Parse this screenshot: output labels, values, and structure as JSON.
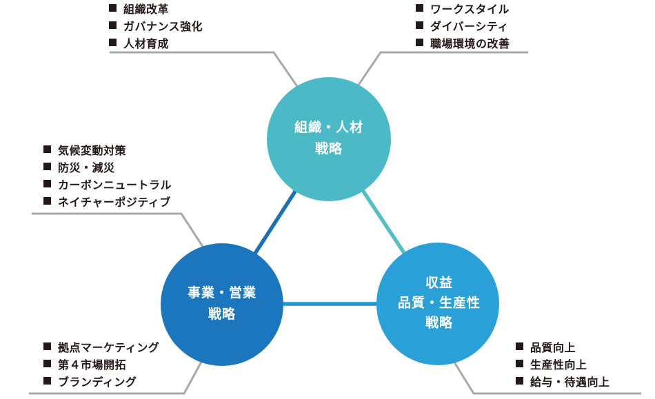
{
  "colors": {
    "circle_top": "#4BBAC6",
    "circle_left": "#1B76BD",
    "circle_right": "#29A0D8",
    "connector_left": "#1C70B8",
    "connector_right": "#55BEC6",
    "connector_bottom": "#2095D4",
    "callout_line": "#A8A8A8",
    "list_text": "#231815",
    "circle_label": "#FFFFFF"
  },
  "circles": {
    "top": {
      "line1": "組織・人材",
      "line2": "戦略"
    },
    "left": {
      "line1": "事業・営業",
      "line2": "戦略"
    },
    "right": {
      "line1": "収益",
      "line2": "品質・生産性",
      "line3": "戦略"
    }
  },
  "lists": {
    "top_left": {
      "items": [
        "組織改革",
        "ガバナンス強化",
        "人材育成"
      ]
    },
    "top_right": {
      "items": [
        "ワークスタイル",
        "ダイバーシティ",
        "職場環境の改善"
      ]
    },
    "mid_left": {
      "items": [
        "気候変動対策",
        "防災・減災",
        "カーボンニュートラル",
        "ネイチャーポジティブ"
      ]
    },
    "bottom_left": {
      "items": [
        "拠点マーケティング",
        "第４市場開拓",
        "ブランディング"
      ]
    },
    "bottom_right": {
      "items": [
        "品質向上",
        "生産性向上",
        "給与・待遇向上"
      ]
    }
  }
}
